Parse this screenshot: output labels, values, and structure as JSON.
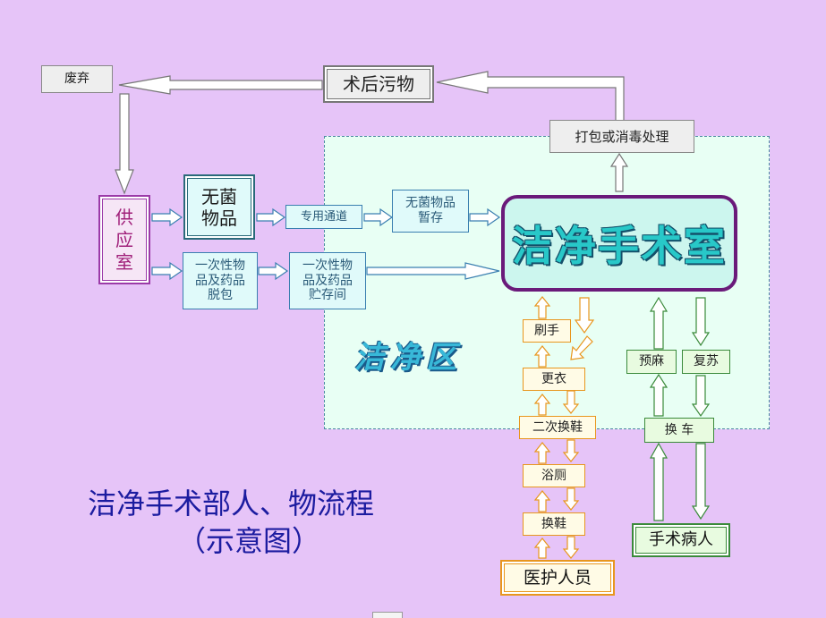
{
  "clean_zone_label": "洁净区",
  "operating_room": "洁净手术室",
  "nodes": {
    "postop_waste": "术后污物",
    "discard": "废弃",
    "pack_disinfect": "打包或消毒处理",
    "supply_room": "供\n应\n室",
    "sterile_items": "无菌\n物品",
    "dedicated_passage": "专用通道",
    "sterile_temp_storage": "无菌物品\n暂存",
    "disposable_unpack": "一次性物\n品及药品\n脱包",
    "disposable_storage": "一次性物\n品及药品\n贮存间",
    "hand_wash": "刷手",
    "change_clothes": "更衣",
    "second_shoe_change": "二次换鞋",
    "bathroom": "浴厕",
    "shoe_change": "换鞋",
    "medical_staff": "医护人员",
    "anesthesia_prep": "预麻",
    "recovery": "复苏",
    "change_cart": "换 车",
    "surgical_patient": "手术病人"
  },
  "caption": {
    "line1": "洁净手术部人、物流程",
    "line2": "（示意图）"
  },
  "colors": {
    "background": "#e6c4f8",
    "clean_zone": "#e8fff4",
    "or_border": "#6a1a7a",
    "or_text": "#28c8c8",
    "staff_flow": "#e8961e",
    "patient_flow": "#3a8a3a",
    "material_flow": "#3a7fb0",
    "caption": "#1c1ca0"
  }
}
